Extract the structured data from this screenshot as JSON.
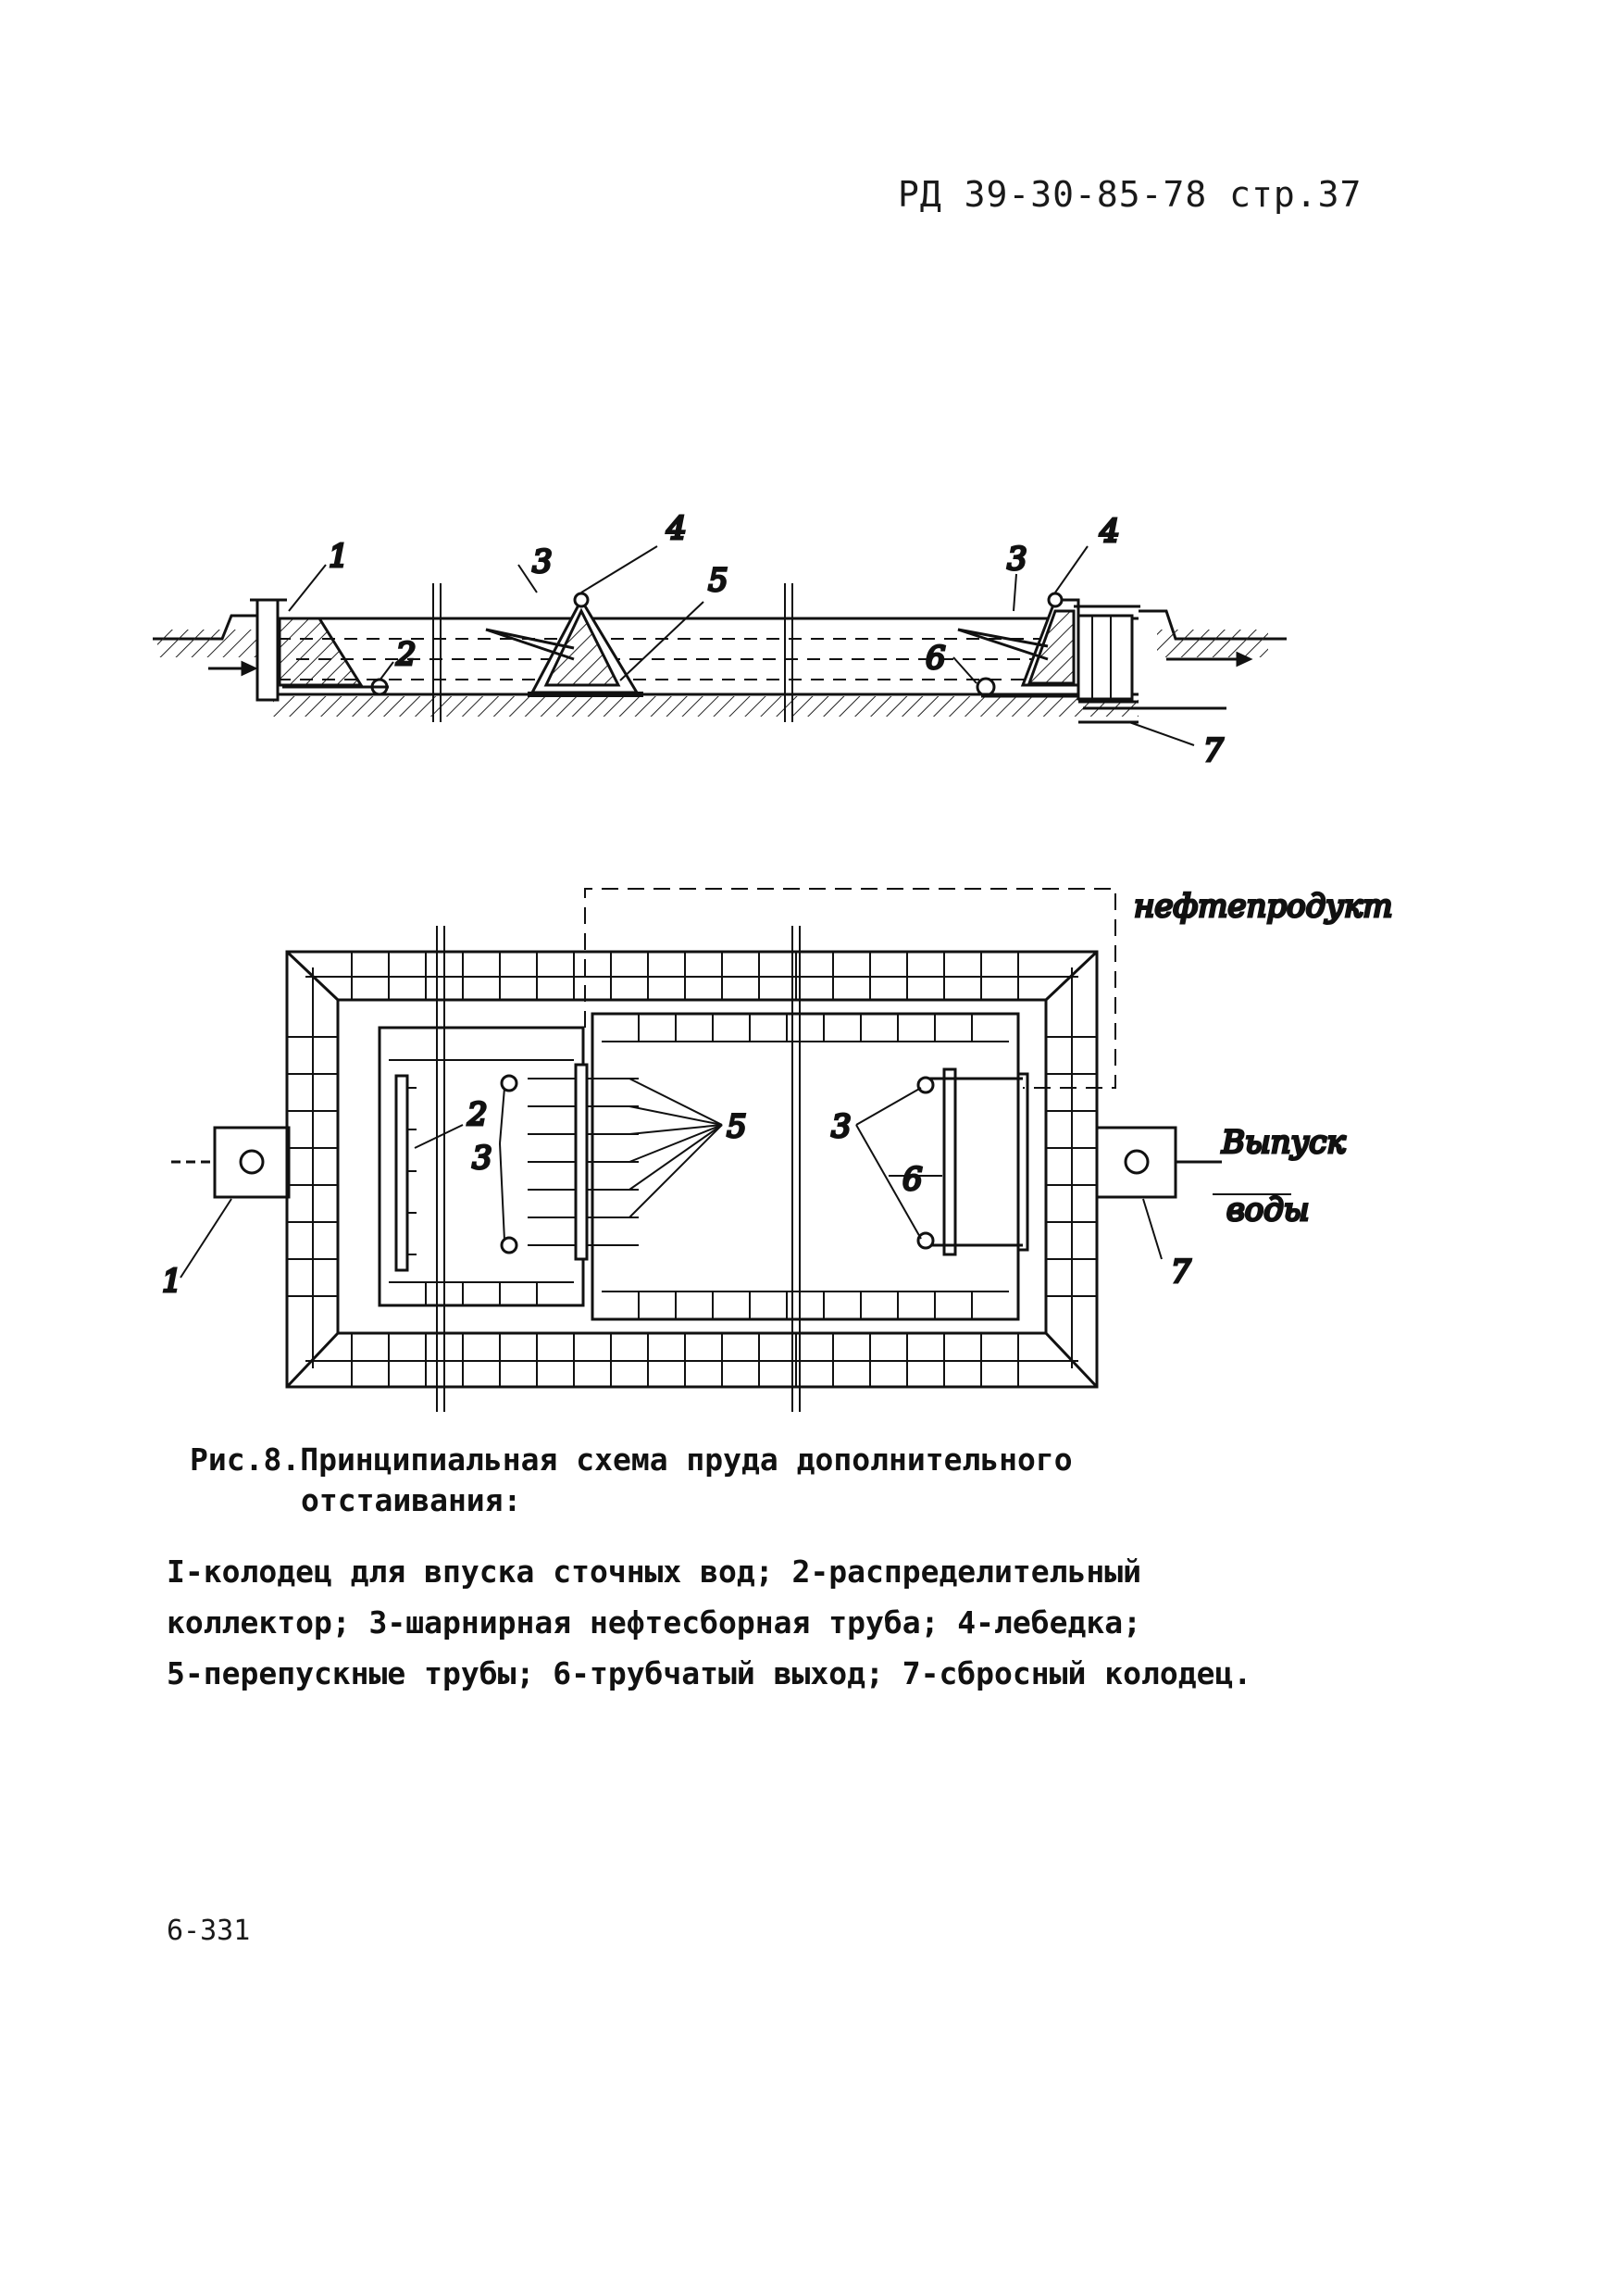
{
  "header": {
    "doc_ref": "РД 39-30-85-78 стр.37"
  },
  "figure": {
    "section_labels": [
      "1",
      "2",
      "3",
      "4",
      "5",
      "3",
      "4",
      "6",
      "7"
    ],
    "plan_labels": [
      "1",
      "2",
      "3",
      "5",
      "3",
      "6",
      "7"
    ],
    "oil_label": "нефтепродукт",
    "outlet_label_top": "Выпуск",
    "outlet_label_bottom": "воды"
  },
  "caption": {
    "line1": "Рис.8.Принципиальная схема пруда дополнительного",
    "line2": "отстаивания:"
  },
  "legend": {
    "line1": "I-колодец для впуска сточных вод; 2-распределительный",
    "line2": "коллектор; 3-шарнирная нефтесборная труба; 4-лебедка;",
    "line3": "5-перепускные трубы; 6-трубчатый выход; 7-сбросный колодец."
  },
  "footer": {
    "code": "6-331"
  }
}
